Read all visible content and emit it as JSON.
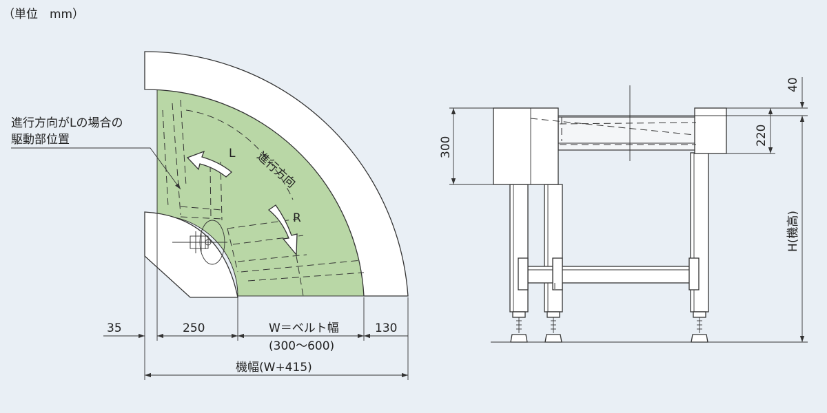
{
  "unit_note": "（単位　mm）",
  "plan_view": {
    "callout_line1": "進行方向がLの場合の",
    "callout_line2": "駆動部位置",
    "direction_label": "進行方向",
    "label_L": "L",
    "label_R": "R",
    "belt_color": "#b9d7a6",
    "dims": {
      "d35": "35",
      "d250": "250",
      "belt_width": "W＝ベルト幅",
      "belt_range": "(300〜600)",
      "d130": "130",
      "machine_width": "機幅(W+415)"
    }
  },
  "side_view": {
    "d300": "300",
    "d40": "40",
    "d220": "220",
    "height_label": "H(機高)"
  }
}
